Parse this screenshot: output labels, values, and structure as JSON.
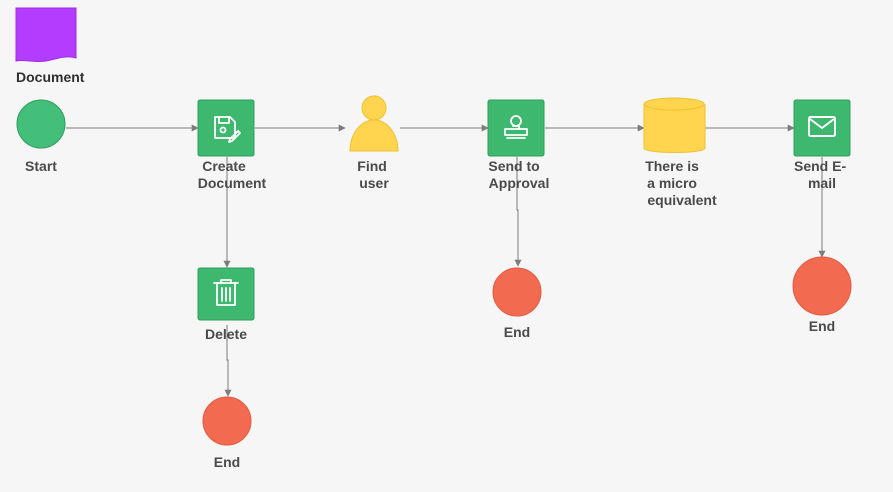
{
  "diagram": {
    "legend": {
      "document_label": "Document",
      "document_color": "#b43cff"
    },
    "colors": {
      "start": "#43bf7a",
      "task": "#3fb86f",
      "task_border": "#2f9e5d",
      "person": "#ffd54f",
      "database": "#ffd54f",
      "end": "#f26b50",
      "end_border": "#e45a3f",
      "edge": "#7c7c7c"
    },
    "nodes": {
      "start": {
        "lines": [
          "Start"
        ]
      },
      "create_document": {
        "lines": [
          "Create",
          "Document"
        ],
        "icon": "save-edit-icon"
      },
      "find_user": {
        "lines": [
          "Find",
          "user"
        ],
        "icon": "user-icon"
      },
      "send_to_approval": {
        "lines": [
          "Send to",
          "Approval"
        ],
        "icon": "stamp-icon"
      },
      "micro_equivalent": {
        "lines": [
          "There is",
          "a micro",
          "equivalent"
        ],
        "icon": "database-icon"
      },
      "send_email": {
        "lines": [
          "Send E-",
          "mail"
        ],
        "icon": "mail-icon"
      },
      "delete": {
        "lines": [
          "Delete"
        ],
        "icon": "trash-icon"
      },
      "end_delete": {
        "lines": [
          "End"
        ]
      },
      "end_approval": {
        "lines": [
          "End"
        ]
      },
      "end_email": {
        "lines": [
          "End"
        ]
      }
    }
  }
}
